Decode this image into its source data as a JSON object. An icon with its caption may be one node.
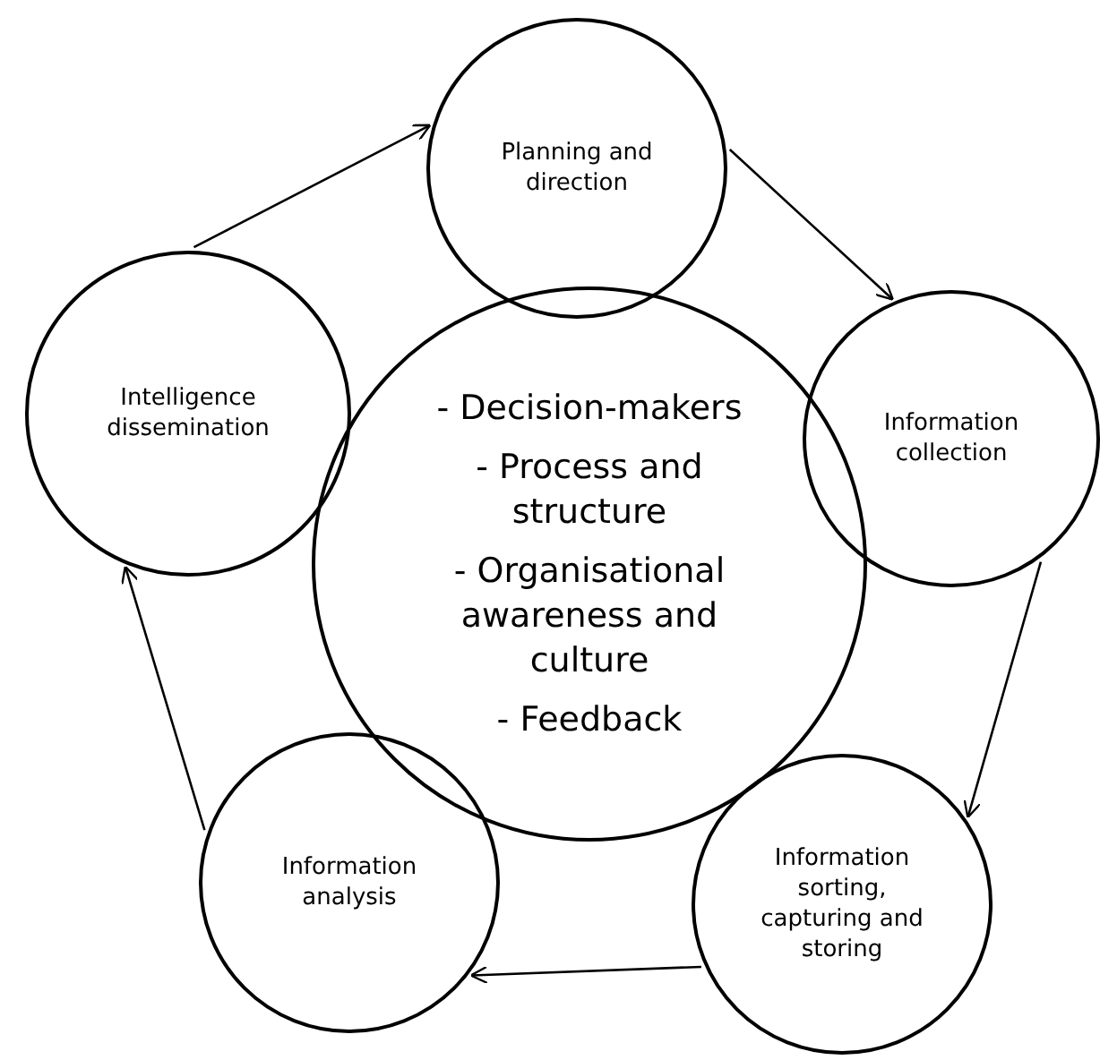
{
  "diagram": {
    "nodes": [
      {
        "text": [
          "- Decision-makers",
          "- Process and structure",
          "- Organisational awareness and culture",
          "- Feedback"
        ]
      },
      {
        "text": [
          "Planning and direction"
        ]
      },
      {
        "text": [
          "Information collection"
        ]
      },
      {
        "text": [
          "Information sorting, capturing and storing"
        ]
      },
      {
        "text": [
          "Information analysis"
        ]
      },
      {
        "text": [
          "Intelligence dissemination"
        ]
      }
    ],
    "edges": [
      {
        "from": 1,
        "to": 2,
        "arrow": "to"
      },
      {
        "from": 2,
        "to": 3,
        "arrow": "to"
      },
      {
        "from": 3,
        "to": 4,
        "arrow": "to"
      },
      {
        "from": 4,
        "to": 5,
        "arrow": "to"
      },
      {
        "from": 5,
        "to": 1,
        "arrow": "to"
      }
    ]
  }
}
